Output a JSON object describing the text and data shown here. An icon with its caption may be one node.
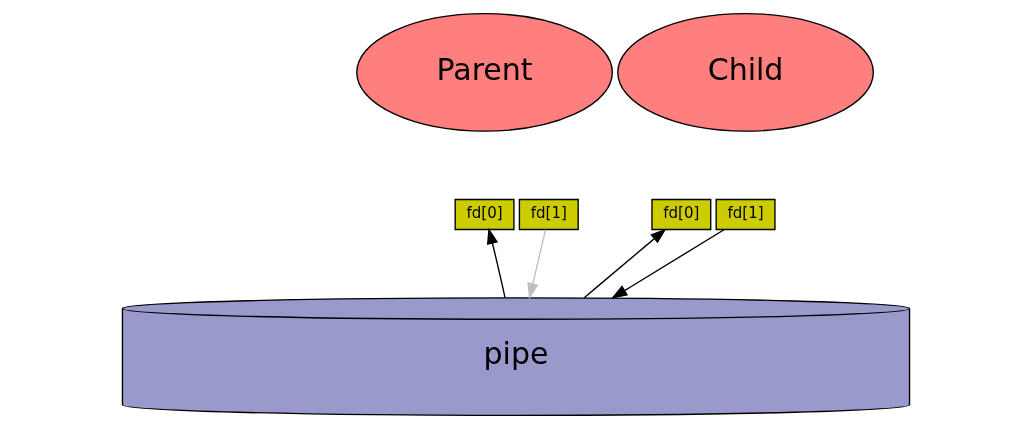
{
  "diagram": {
    "nodes": [
      {
        "text": [
          "Parent"
        ]
      },
      {
        "text": [
          "fd[0]"
        ]
      },
      {
        "text": [
          "fd[1]"
        ]
      },
      {
        "text": [
          "Child"
        ]
      },
      {
        "text": [
          "fd[0]"
        ]
      },
      {
        "text": [
          "fd[1]"
        ]
      },
      {
        "text": [
          "pipe"
        ]
      }
    ],
    "edges": [
      {
        "from": 6,
        "to": 1,
        "arrow": "to"
      },
      {
        "from": 6,
        "to": 4,
        "arrow": "to"
      },
      {
        "from": 2,
        "to": 6,
        "arrow": "to",
        "color": "#c0c0c0"
      },
      {
        "from": 5,
        "to": 6,
        "arrow": "to"
      }
    ]
  }
}
